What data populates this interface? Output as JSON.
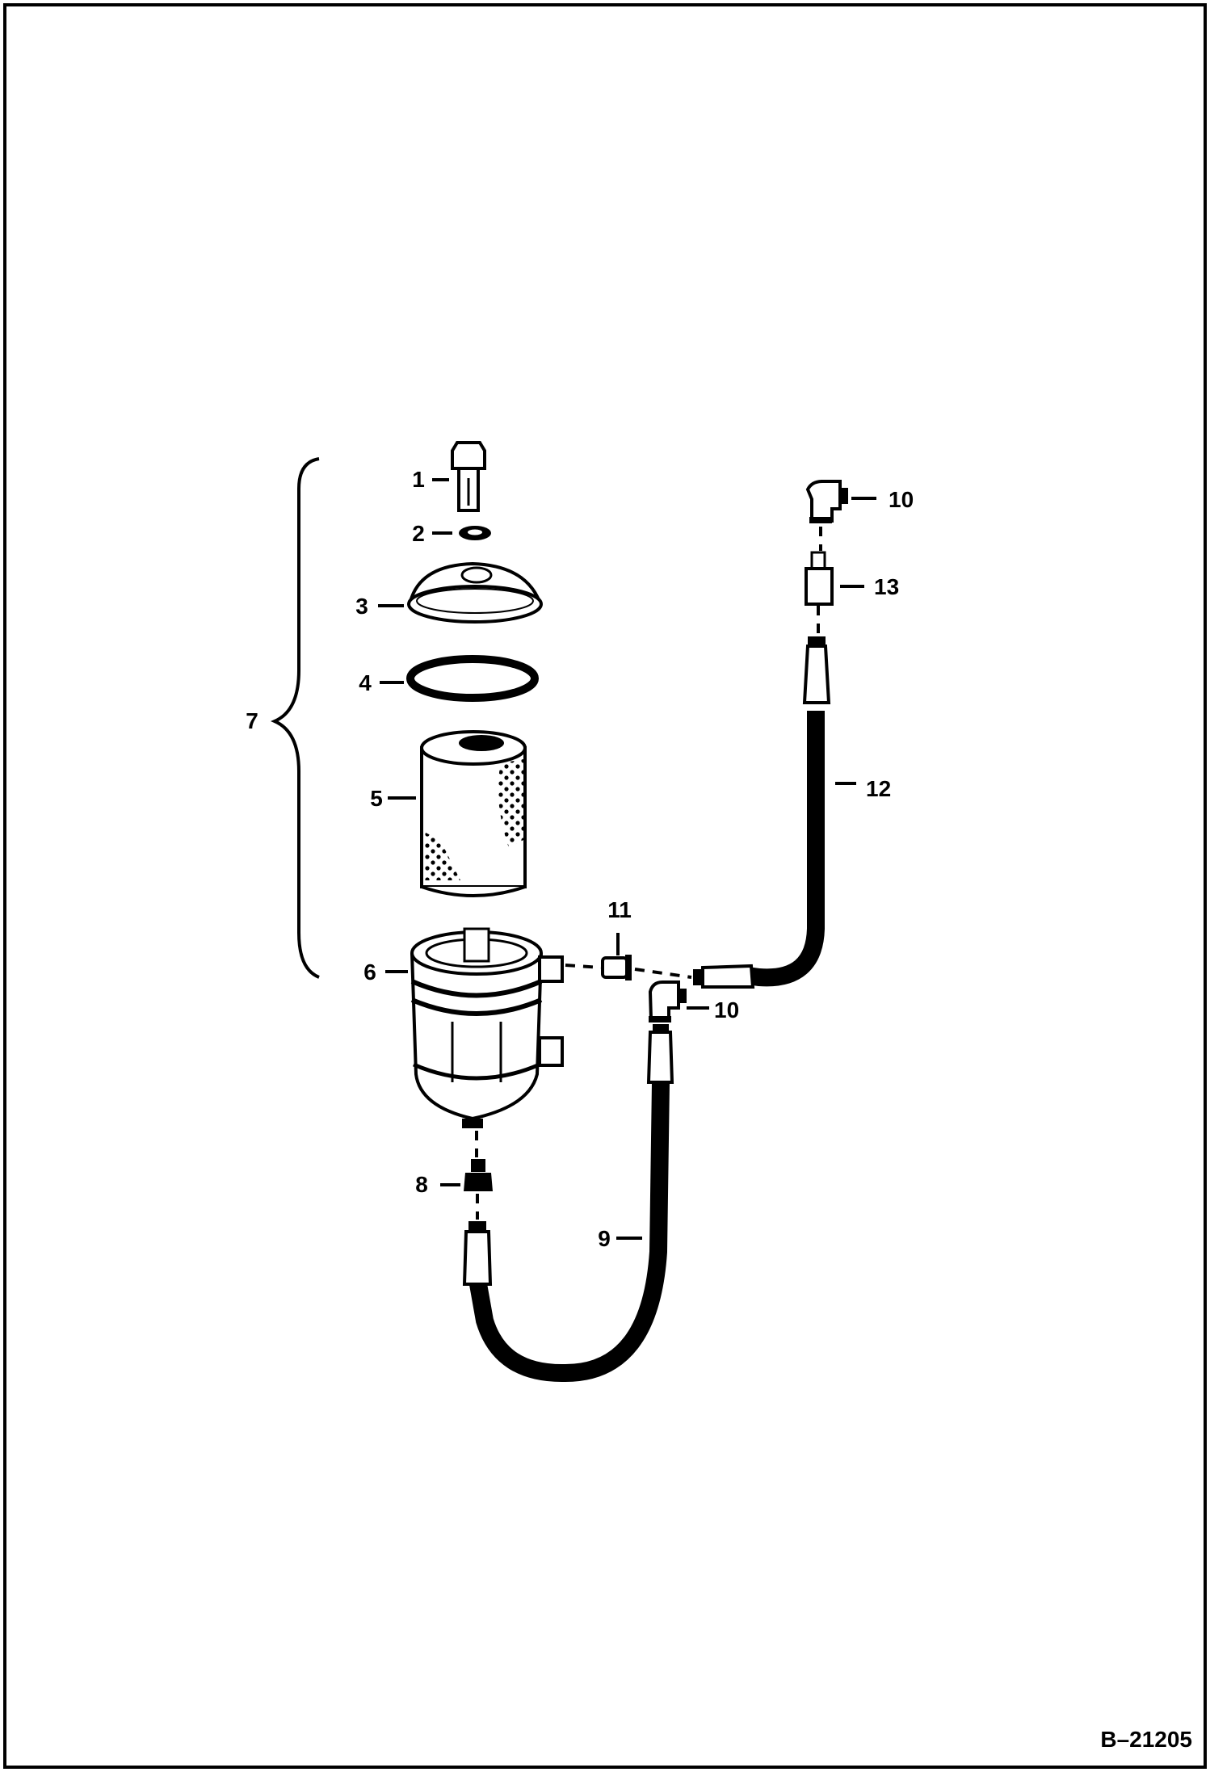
{
  "callouts": {
    "c1": "1",
    "c2": "2",
    "c3": "3",
    "c4": "4",
    "c5": "5",
    "c6": "6",
    "c7": "7",
    "c8": "8",
    "c9": "9",
    "c10a": "10",
    "c10b": "10",
    "c11": "11",
    "c12": "12",
    "c13": "13"
  },
  "figure_id": "B–21205"
}
